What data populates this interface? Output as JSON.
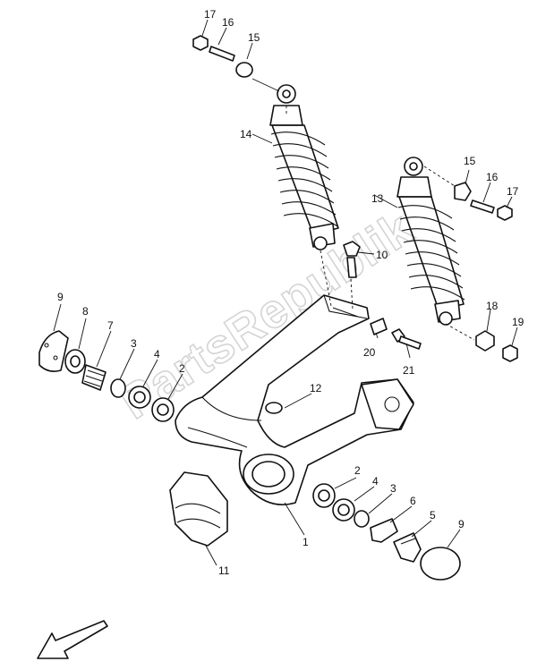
{
  "watermark": {
    "text": "PartsRepublik"
  },
  "callouts": {
    "c1": "1",
    "c2a": "2",
    "c2b": "2",
    "c3a": "3",
    "c3b": "3",
    "c4a": "4",
    "c4b": "4",
    "c5": "5",
    "c6": "6",
    "c7": "7",
    "c8": "8",
    "c9a": "9",
    "c9b": "9",
    "c10": "10",
    "c11": "11",
    "c12": "12",
    "c13": "13",
    "c14": "14",
    "c15a": "15",
    "c15b": "15",
    "c16a": "16",
    "c16b": "16",
    "c17a": "17",
    "c17b": "17",
    "c18": "18",
    "c19": "19",
    "c20": "20",
    "c21": "21"
  },
  "icons": {
    "front_direction": "arrow-down-left-icon"
  },
  "colors": {
    "line": "#111111",
    "watermark": "#d4d4d4",
    "background": "#ffffff"
  }
}
